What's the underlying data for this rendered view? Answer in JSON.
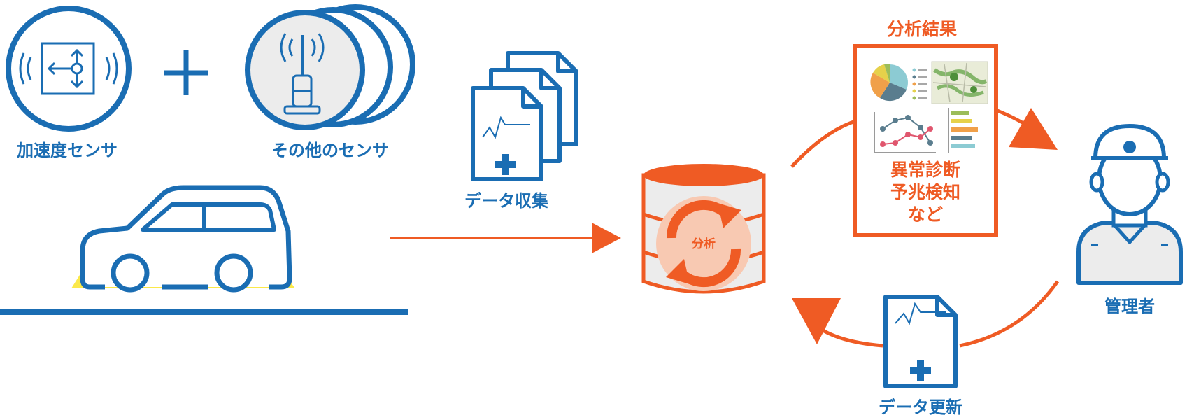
{
  "labels": {
    "accel_sensor": "加速度センサ",
    "other_sensor": "その他のセンサ",
    "data_collection": "データ収集",
    "analysis_result": "分析結果",
    "result_line1": "異常診断",
    "result_line2": "予兆検知",
    "result_line3": "など",
    "db_center": "分析",
    "manager": "管理者",
    "data_update": "データ更新"
  },
  "colors": {
    "blue": "#1a6db3",
    "orange": "#ef5b24",
    "light_orange": "#f8c9b2",
    "yellow": "#fbe94a",
    "gray_fill": "#ececec"
  },
  "icons": [
    "accelerometer-icon",
    "plus-icon",
    "antenna-sensor-icon",
    "car-icon",
    "documents-icon",
    "database-icon",
    "refresh-icon",
    "pie-chart-icon",
    "map-thumbnail-icon",
    "line-chart-icon",
    "bar-chart-icon",
    "worker-helmet-icon",
    "document-icon"
  ]
}
